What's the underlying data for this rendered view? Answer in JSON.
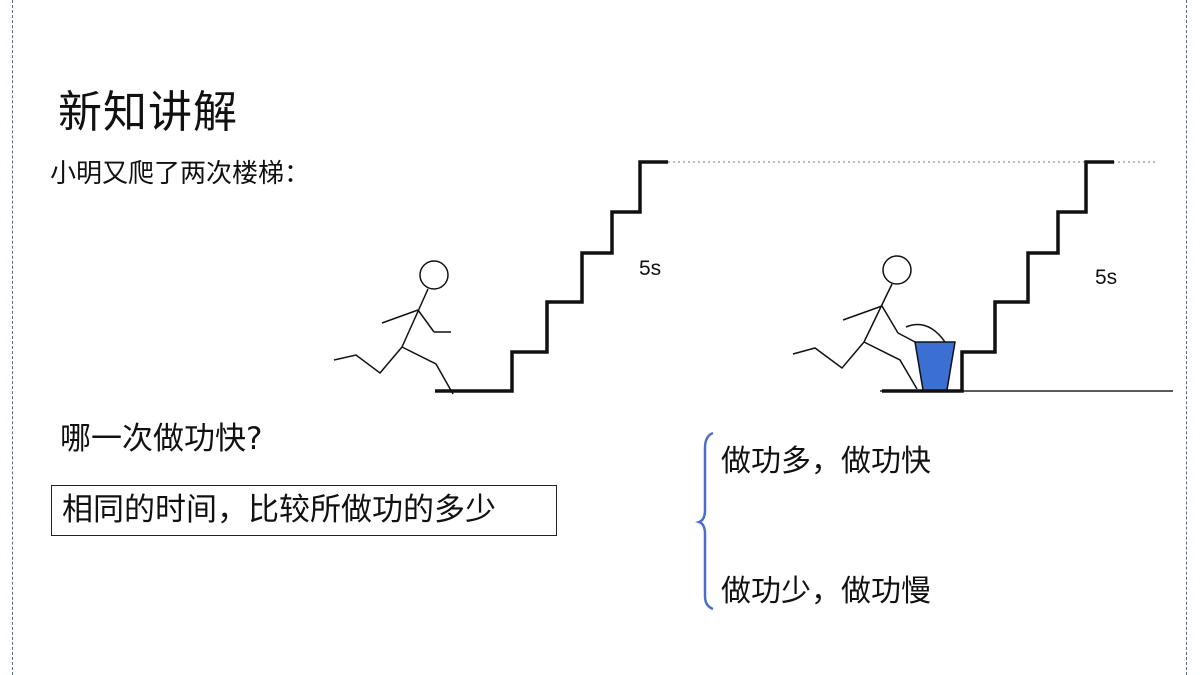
{
  "header": {
    "title": "新知讲解",
    "intro": "小明又爬了两次楼梯："
  },
  "scenes": [
    {
      "time_label": "5s",
      "carrying": "none"
    },
    {
      "time_label": "5s",
      "carrying": "bucket"
    }
  ],
  "question": "哪一次做功快?",
  "method": "相同的时间，比较所做功的多少",
  "conclusions": [
    "做功多，做功快",
    "做功少，做功慢"
  ],
  "colors": {
    "bucket": "#3b6fd1",
    "brace": "#4a6fc9",
    "guide_lines": "#4a6fa5"
  }
}
